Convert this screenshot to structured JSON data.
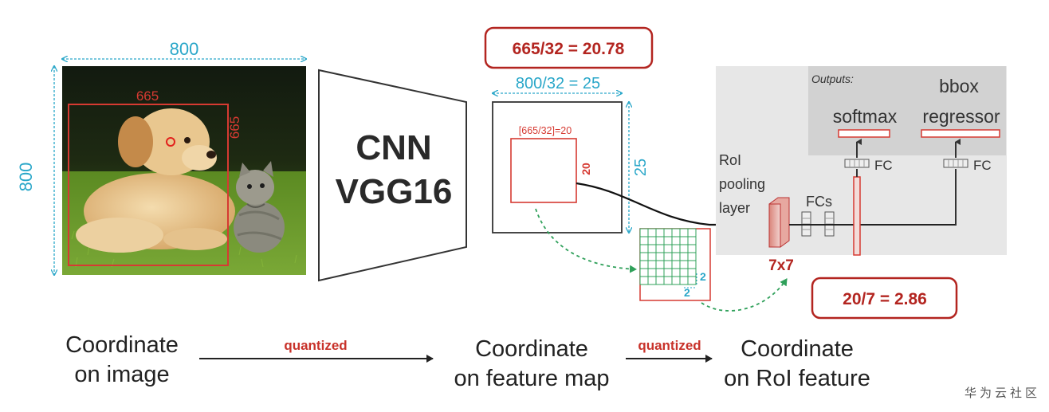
{
  "colors": {
    "cyan": "#2aa7c9",
    "red": "#c8322a",
    "dark_red": "#b32520",
    "green": "#2fa05a",
    "gray_panel": "#e7e7e7",
    "dark_gray_panel": "#d2d2d2",
    "text": "#222222"
  },
  "image": {
    "width_label": "800",
    "height_label": "800",
    "roi_width_label": "665",
    "roi_height_label": "665"
  },
  "cnn": {
    "line1": "CNN",
    "line2": "VGG16"
  },
  "feature_map": {
    "top_box": "665/32 = 20.78",
    "width_label": "800/32 = 25",
    "height_label": "25",
    "roi_top_label": "[665/32]=20",
    "roi_side_label": "20"
  },
  "roi_head": {
    "outputs_label": "Outputs:",
    "softmax_label": "softmax",
    "bbox_line1": "bbox",
    "bbox_line2": "regressor",
    "fc_left": "FC",
    "fc_right": "FC",
    "fcs_label": "FCs",
    "pool_line1": "RoI",
    "pool_line2": "pooling",
    "pool_line3": "layer",
    "pool_size": "7x7",
    "bottom_box": "20/7 = 2.86",
    "grid_side": "2",
    "grid_bottom": "2"
  },
  "bottom_row": {
    "image_coord_line1": "Coordinate",
    "image_coord_line2": "on image",
    "quantized_1": "quantized",
    "feature_coord_line1": "Coordinate",
    "feature_coord_line2": "on feature map",
    "quantized_2": "quantized",
    "roi_coord_line1": "Coordinate",
    "roi_coord_line2": "on RoI feature"
  },
  "watermark": "华为云社区"
}
